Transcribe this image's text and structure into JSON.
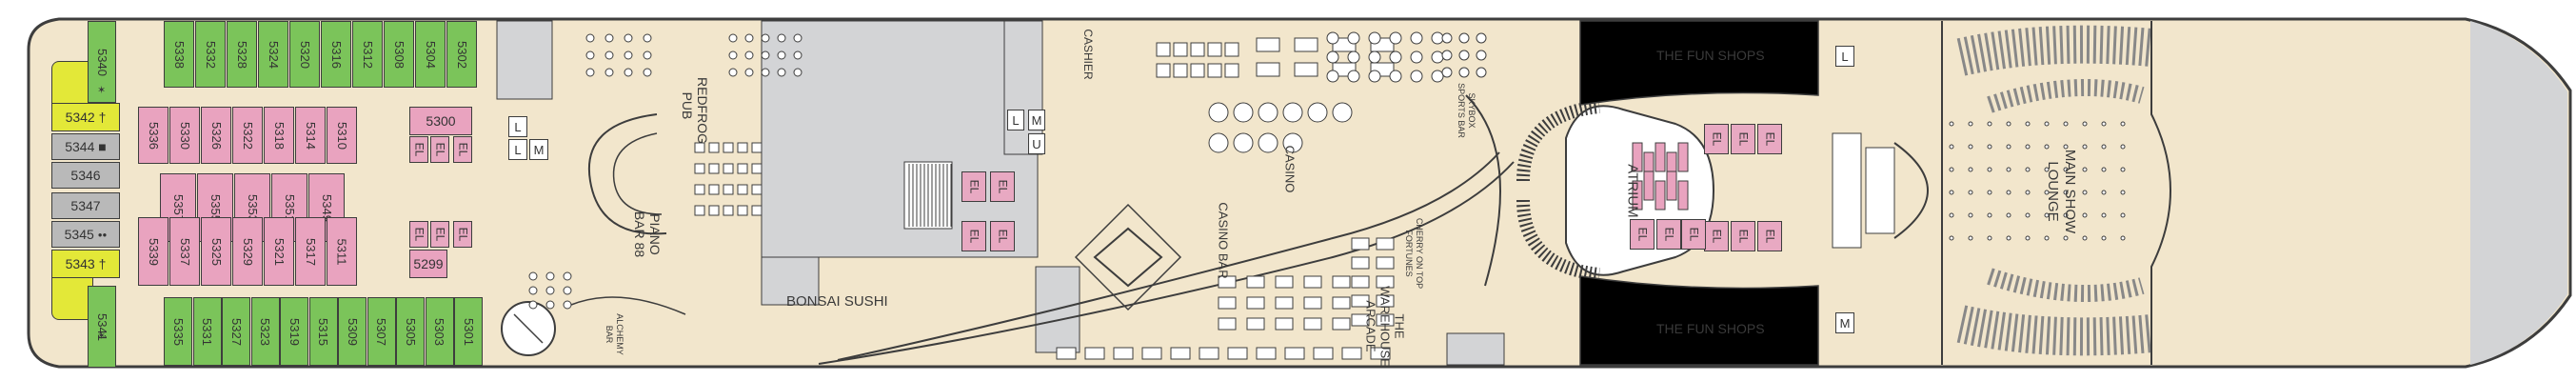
{
  "colors": {
    "hull": "#f2e6cc",
    "outline": "#3d3d3d",
    "balcony_cabin": "#7bc45a",
    "interior_cabin": "#e9a3bf",
    "ocean_suite": "#e3e838",
    "ocean_view_gray": "#b9b9b9",
    "service_gray": "#d3d4d6",
    "furniture": "#ffffff"
  },
  "venues": {
    "redfrog_pub": "REDFROG\nPUB",
    "piano_bar": "PIANO\nBAR 88",
    "bonsai_sushi": "BONSAI SUSHI",
    "alchemy_bar": "ALCHEMY\nBAR",
    "cashier": "CASHIER",
    "casino": "CASINO",
    "casino_bar": "CASINO BAR",
    "skybox_sports_bar": "SKYBOX\nSPORTS BAR",
    "cherry_on_top": "CHERRY ON TOP\nFORTUNES",
    "warehouse_arcade": "THE\nWAREHOUSE\nARCADE",
    "atrium": "ATRIUM",
    "fun_shops_top": "THE FUN SHOPS",
    "fun_shops_bottom": "THE FUN SHOPS",
    "main_show_lounge": "MAIN SHOW\nLOUNGE"
  },
  "letters": {
    "el": "EL",
    "l": "L",
    "m": "M",
    "u": "U"
  },
  "cabins": {
    "balcony_top": [
      "5340",
      "5338",
      "5332",
      "5328",
      "5324",
      "5320",
      "5316",
      "5312",
      "5308",
      "5304",
      "5302"
    ],
    "balcony_bottom": [
      "5341",
      "5335",
      "5331",
      "5327",
      "5323",
      "5319",
      "5315",
      "5309",
      "5307",
      "5305",
      "5303",
      "5301"
    ],
    "suites": [
      "5342",
      "5343"
    ],
    "forward_gray": [
      "5344",
      "5346",
      "5347",
      "5345"
    ],
    "interior_top": [
      "5336",
      "5330",
      "5326",
      "5322",
      "5318",
      "5314",
      "5310"
    ],
    "interior_mid": [
      "5357",
      "5355",
      "5353",
      "5351",
      "5349"
    ],
    "interior_bottom": [
      "5339",
      "5337",
      "5325",
      "5329",
      "5321",
      "5317",
      "5311"
    ],
    "amidships": [
      "5300",
      "5299"
    ]
  },
  "symbols": {
    "dagger": "†",
    "square": "■",
    "dots": "●●",
    "star": "✶"
  }
}
